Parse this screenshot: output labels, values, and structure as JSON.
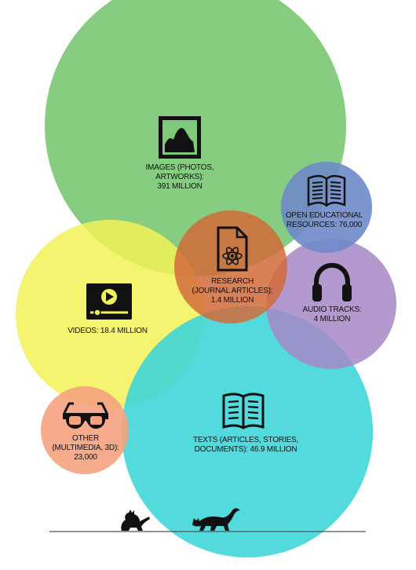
{
  "bubbles": {
    "images": {
      "label_lines": [
        "IMAGES (PHOTOS,",
        "ARTWORKS):",
        "391 MILLION"
      ],
      "color": "#7fc97a",
      "icon": "image-icon"
    },
    "oer": {
      "label_lines": [
        "OPEN EDUCATIONAL",
        "RESOURCES: 76,000"
      ],
      "color": "#6f89c9",
      "icon": "open-book-icon"
    },
    "research": {
      "label_lines": [
        "RESEARCH",
        "(JOURNAL ARTICLES):",
        "1.4 MILLION"
      ],
      "color": "#d26a3a",
      "icon": "document-atom-icon"
    },
    "audio": {
      "label_lines": [
        "AUDIO TRACKS:",
        "4 MILLION"
      ],
      "color": "#a687c6",
      "icon": "headphones-icon"
    },
    "videos": {
      "label_lines": [
        "VIDEOS: 18.4 MILLION"
      ],
      "color": "#f2f258",
      "icon": "video-player-icon"
    },
    "texts": {
      "label_lines": [
        "TEXTS (ARTICLES, STORIES,",
        "DOCUMENTS): 46.9 MILLION"
      ],
      "color": "#3fd6d8",
      "icon": "book-icon"
    },
    "other": {
      "label_lines": [
        "OTHER",
        "(MULTIMEDIA, 3D):",
        "23,000"
      ],
      "color": "#f5a27f",
      "icon": "3d-glasses-icon"
    }
  },
  "decorations": {
    "cats": "cat-silhouettes-icon",
    "line_color": "#555555"
  }
}
